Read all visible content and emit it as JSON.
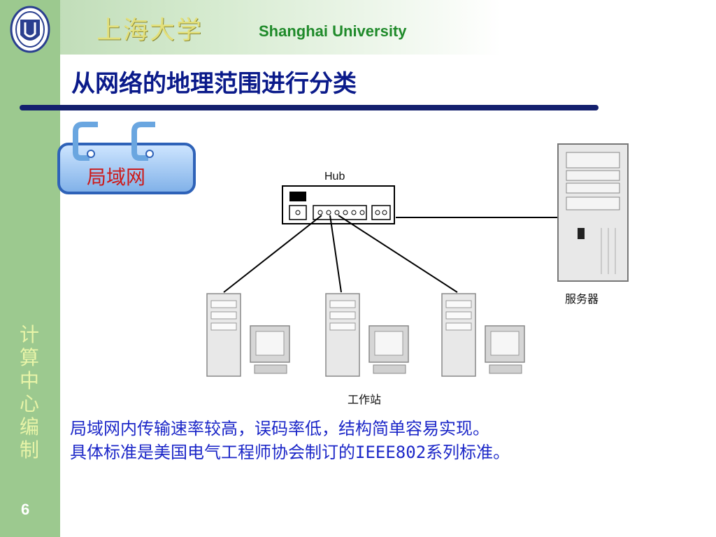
{
  "header": {
    "title_cn": "上海大学",
    "title_en": "Shanghai University"
  },
  "slide": {
    "title": "从网络的地理范围进行分类",
    "badge_label": "局域网"
  },
  "diagram": {
    "hub_label": "Hub",
    "server_label": "服务器",
    "workstation_label": "工作站"
  },
  "body": {
    "lines": [
      "局域网内传输速率较高，误码率低，结构简单容易实现。",
      "具体标准是美国电气工程师协会制订的IEEE802系列标准。"
    ]
  },
  "sidebar": {
    "chars": [
      "计",
      "算",
      "中",
      "心",
      "编",
      "制"
    ],
    "page_number": "6"
  },
  "colors": {
    "sidebar": "#9cc98f",
    "title": "#0a1a8a",
    "body_text": "#1c27c8",
    "badge_text": "#cc1b1b",
    "university_en": "#1f8a2a"
  }
}
